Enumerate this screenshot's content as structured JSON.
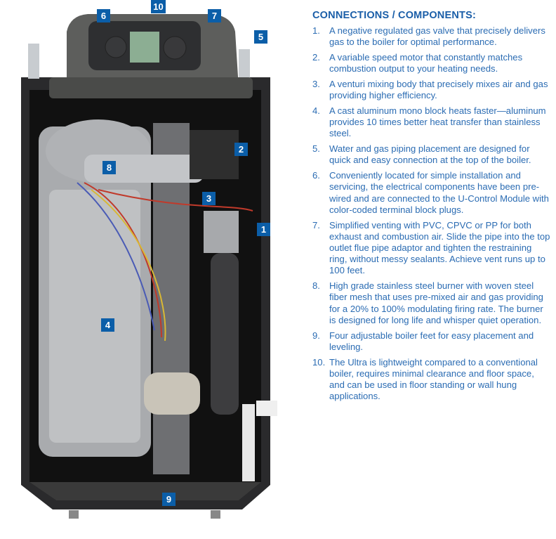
{
  "title": "CONNECTIONS / COMPONENTS:",
  "items": [
    {
      "num": "1.",
      "text": "A negative regulated gas valve that precisely delivers gas to the boiler for optimal performance."
    },
    {
      "num": "2.",
      "text": "A variable speed motor that constantly matches combustion output to your heating needs."
    },
    {
      "num": "3.",
      "text": "A venturi mixing body that precisely mixes air and gas providing higher efficiency."
    },
    {
      "num": "4.",
      "text": "A cast aluminum mono block heats faster—aluminum provides 10 times better heat transfer than stainless steel."
    },
    {
      "num": "5.",
      "text": "Water and gas piping placement are designed for quick and easy connection at the top of the boiler."
    },
    {
      "num": "6.",
      "text": "Conveniently located for simple installation and servicing, the electrical components have been pre-wired and are connected to the U-Control Module with color-coded terminal block plugs."
    },
    {
      "num": "7.",
      "text": "Simplified venting with PVC, CPVC or PP for both exhaust and combustion air. Slide the pipe into the top outlet flue pipe adaptor and tighten the restraining ring, without messy sealants. Achieve vent runs up to 100 feet."
    },
    {
      "num": "8.",
      "text": "High grade stainless steel burner with woven steel fiber mesh that uses pre-mixed air and gas providing for a 20% to 100% modulating firing rate. The burner is designed for long life and whisper quiet operation."
    },
    {
      "num": "9.",
      "text": "Four adjustable boiler feet for easy placement and leveling."
    },
    {
      "num": "10.",
      "text": "The Ultra is lightweight compared to a conventional boiler, requires minimal clearance and floor space, and can be used in floor standing or wall hung applications."
    }
  ],
  "callouts": {
    "c1": "1",
    "c2": "2",
    "c3": "3",
    "c4": "4",
    "c5": "5",
    "c6": "6",
    "c7": "7",
    "c8": "8",
    "c9": "9",
    "c10": "10"
  },
  "colors": {
    "badge": "#0b5ea8",
    "text": "#2b6cb3",
    "heading": "#1a5ea8"
  }
}
